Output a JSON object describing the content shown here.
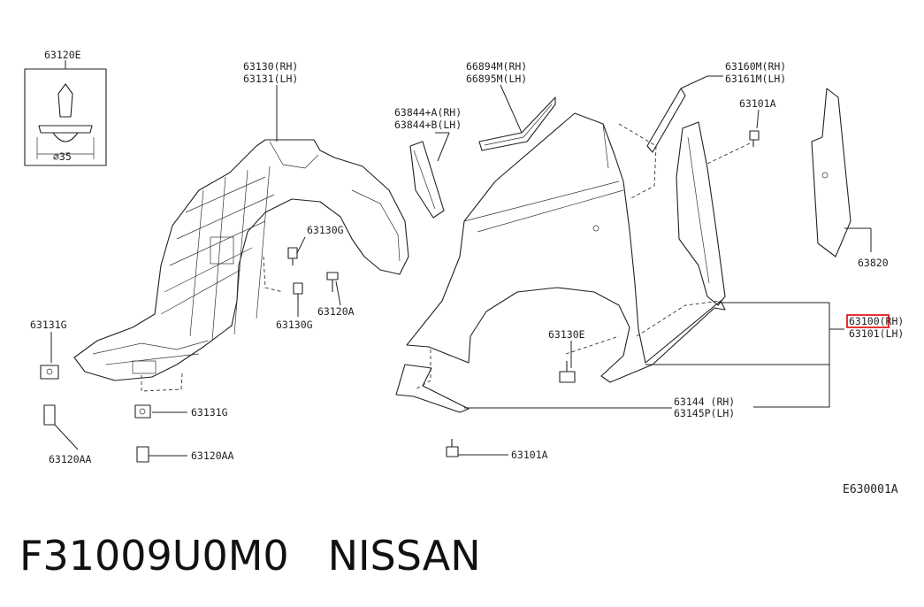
{
  "diagram": {
    "code": "E630001A",
    "labels": {
      "p63120E": "63120E",
      "dia35": "⌀35",
      "p63130": "63130(RH)",
      "p63131": "63131(LH)",
      "p66894M": "66894M(RH)",
      "p66895M": "66895M(LH)",
      "p63160M": "63160M(RH)",
      "p63161M": "63161M(LH)",
      "p63844A": "63844+A(RH)",
      "p63844B": "63844+B(LH)",
      "p63101A_top": "63101A",
      "p63130G_a": "63130G",
      "p63130G_b": "63130G",
      "p63120A": "63120A",
      "p63820": "63820",
      "p63100": "63100(RH)",
      "p63101": "63101(LH)",
      "p63131G_a": "63131G",
      "p63131G_b": "63131G",
      "p63130E": "63130E",
      "p63144": "63144 (RH)",
      "p63145P": "63145P(LH)",
      "p63120AA_a": "63120AA",
      "p63120AA_b": "63120AA",
      "p63101A_bottom": "63101A"
    },
    "highlighted_part": "63100"
  },
  "footer": {
    "part_number": "F31009U0M0",
    "brand": "NISSAN"
  }
}
